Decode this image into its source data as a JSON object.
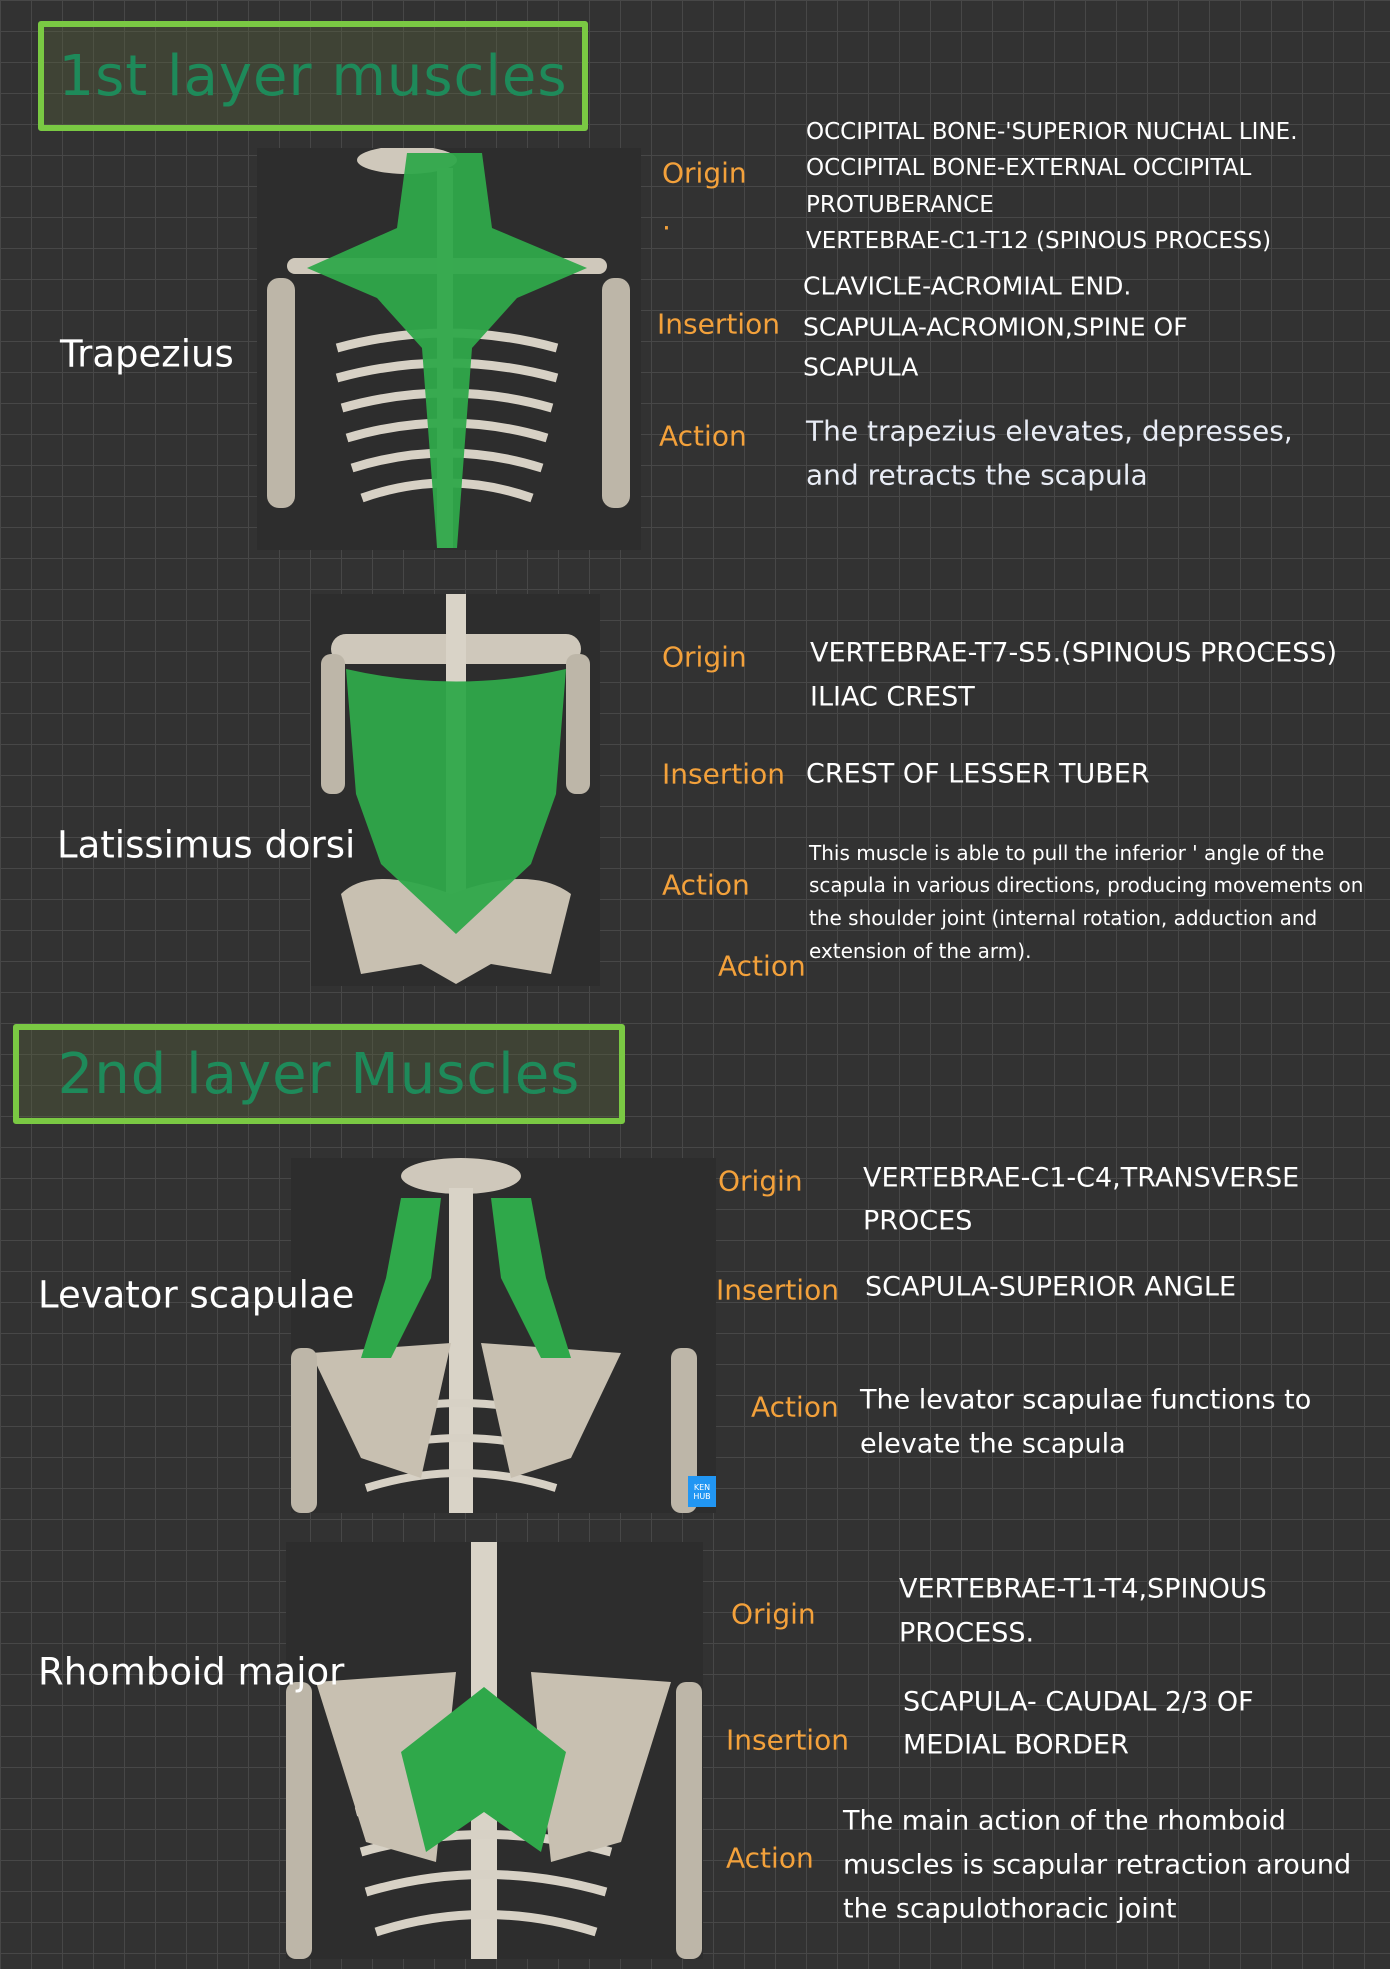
{
  "sections": [
    {
      "title": "1st layer muscles"
    },
    {
      "title": "2nd layer Muscles"
    }
  ],
  "labels": {
    "origin": "Origin",
    "insertion": "Insertion",
    "action": "Action"
  },
  "muscles": {
    "trapezius": {
      "name": "Trapezius",
      "origin_dot": ".",
      "origin": [
        "OCCIPITAL BONE-'SUPERIOR NUCHAL LINE.",
        "OCCIPITAL BONE-EXTERNAL OCCIPITAL",
        "PROTUBERANCE",
        "VERTEBRAE-C1-T12 (SPINOUS PROCESS)"
      ],
      "insertion": [
        "CLAVICLE-ACROMIAL END.",
        "SCAPULA-ACROMION,SPINE OF",
        "SCAPULA"
      ],
      "action": [
        "The trapezius elevates, depresses,",
        "and retracts the scapula"
      ]
    },
    "latissimus": {
      "name": "Latissimus dorsi",
      "origin": [
        "VERTEBRAE-T7-S5.(SPINOUS PROCESS)",
        "ILIAC CREST"
      ],
      "insertion": [
        "CREST OF LESSER TUBER"
      ],
      "action": [
        "This muscle is able to pull the inferior ' angle of the",
        "scapula in various directions, producing movements on",
        "the shoulder joint (internal rotation, adduction and",
        "extension of the arm)."
      ],
      "extra_label": "Action"
    },
    "levator": {
      "name": "Levator scapulae",
      "origin": [
        "VERTEBRAE-C1-C4,TRANSVERSE",
        "PROCES"
      ],
      "insertion": [
        "SCAPULA-SUPERIOR ANGLE"
      ],
      "action": [
        "The levator scapulae functions to",
        "elevate the scapula"
      ],
      "badge": [
        "KEN",
        "HUB"
      ]
    },
    "rhomboid": {
      "name": "Rhomboid major",
      "origin": [
        "VERTEBRAE-T1-T4,SPINOUS",
        "PROCESS."
      ],
      "insertion": [
        "SCAPULA- CAUDAL 2/3 OF",
        "MEDIAL BORDER"
      ],
      "action": [
        "The main action of the rhomboid",
        "muscles is scapular retraction around",
        "the scapulothoracic joint"
      ]
    }
  },
  "colors": {
    "muscle": "#2fa84a",
    "label": "#f3a13b",
    "title": "#1e8a5a",
    "title_border": "#7ac943",
    "bone": "#cfc8bb"
  }
}
